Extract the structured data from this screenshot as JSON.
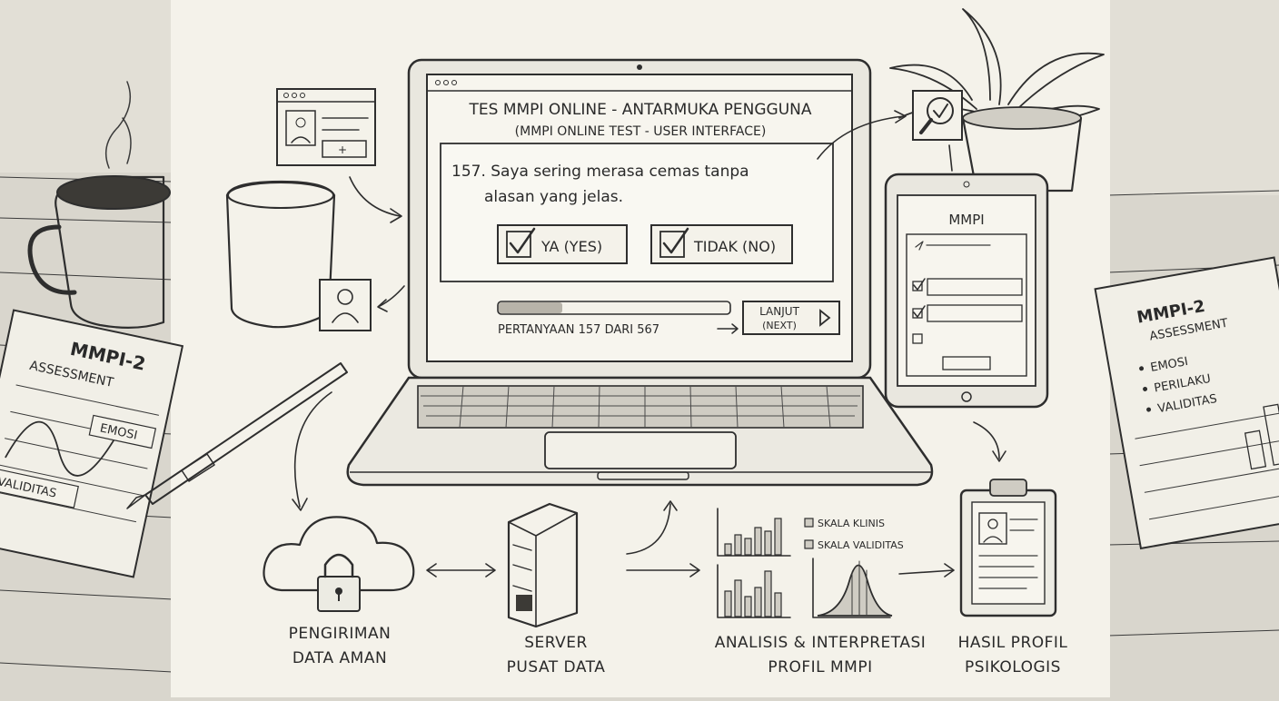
{
  "laptop": {
    "title": "TES MMPI ONLINE - ANTARMUKA PENGGUNA",
    "subtitle": "(MMPI ONLINE TEST - USER INTERFACE)",
    "question_line1": "157. Saya sering merasa cemas tanpa",
    "question_line2": "alasan yang jelas.",
    "yes_label": "YA (YES)",
    "no_label": "TIDAK (NO)",
    "progress_text": "PERTANYAAN 157 DARI 567",
    "progress_fraction": 0.276,
    "next_label_line1": "LANJUT",
    "next_label_line2": "(NEXT)"
  },
  "tablet": {
    "title": "MMPI"
  },
  "left_doc": {
    "title": "MMPI-2",
    "subtitle": "ASSESSMENT",
    "labels": [
      "EMOSI",
      "VALIDITAS"
    ]
  },
  "right_doc": {
    "title": "MMPI-2",
    "subtitle": "ASSESSMENT",
    "items": [
      "EMOSI",
      "PERILAKU",
      "VALIDITAS"
    ]
  },
  "flow": {
    "cloud_line1": "PENGIRIMAN",
    "cloud_line2": "DATA AMAN",
    "server_line1": "SERVER",
    "server_line2": "PUSAT DATA",
    "analysis_line1": "ANALISIS & INTERPRETASI",
    "analysis_line2": "PROFIL MMPI",
    "result_line1": "HASIL PROFIL",
    "result_line2": "PSIKOLOGIS",
    "legend_clinical": "SKALA KLINIS",
    "legend_validity": "SKALA VALIDITAS"
  },
  "icons": [
    "coffee-mug-icon",
    "plant-icon",
    "pen-icon",
    "cloud-lock-icon",
    "server-icon",
    "bar-chart-icon",
    "bell-curve-icon",
    "clipboard-icon",
    "user-profile-icon",
    "search-check-icon",
    "checkbox-checked-icon",
    "play-arrow-icon"
  ]
}
